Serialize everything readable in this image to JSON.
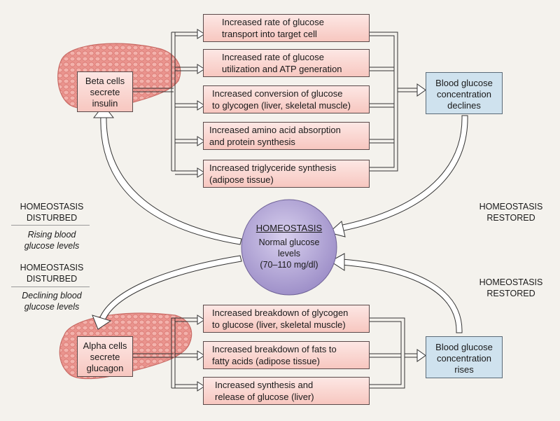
{
  "insulin_branch": {
    "source": "Beta cells\nsecrete\ninsulin",
    "effects": [
      "Increased rate of glucose\ntransport into target cell",
      "Increased rate of glucose\nutilization and ATP generation",
      "Increased conversion of glucose\nto glycogen (liver, skeletal muscle)",
      "Increased amino acid absorption\nand protein synthesis",
      "Increased triglyceride synthesis\n(adipose tissue)"
    ],
    "result": "Blood glucose\nconcentration\ndeclines"
  },
  "glucagon_branch": {
    "source": "Alpha cells\nsecrete\nglucagon",
    "effects": [
      "Increased breakdown of glycogen\nto glucose (liver, skeletal muscle)",
      "Increased breakdown of fats to\nfatty acids (adipose tissue)",
      "Increased synthesis and\nrelease of glucose (liver)"
    ],
    "result": "Blood glucose\nconcentration\nrises"
  },
  "center": {
    "title": "HOMEOSTASIS",
    "body": "Normal glucose\nlevels\n(70–110 mg/dl)"
  },
  "left_labels": {
    "disturbed_top": "HOMEOSTASIS\nDISTURBED",
    "rising": "Rising blood\nglucose levels",
    "disturbed_bottom": "HOMEOSTASIS\nDISTURBED",
    "declining": "Declining blood\nglucose levels"
  },
  "right_labels": {
    "restored_top": "HOMEOSTASIS\nRESTORED",
    "restored_bottom": "HOMEOSTASIS\nRESTORED"
  },
  "colors": {
    "effect_box": "#f9d3ce",
    "result_box": "#cfe2ee",
    "center_circle": "#a99bd0",
    "pancreas": "#e98b86"
  }
}
